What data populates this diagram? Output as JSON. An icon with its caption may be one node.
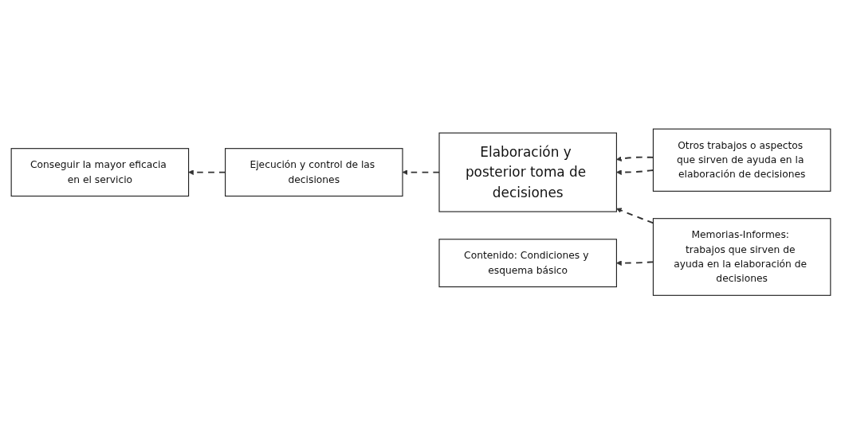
{
  "diagram": {
    "nodes": [
      {
        "text": [
          "Otros trabajos o aspectos que sirven de ayuda en la elaboración de decisiones"
        ]
      },
      {
        "text": [
          "Ejecución y control de las decisiones"
        ]
      },
      {
        "text": [
          "Elaboración y posterior toma de decisiones"
        ]
      },
      {
        "text": [
          "Memorias-Informes: trabajos que sirven de ayuda en la elaboración de decisiones"
        ]
      },
      {
        "text": [
          "Conseguir la mayor eficacia en el servicio"
        ]
      },
      {
        "text": [
          "Contenido: Condiciones y esquema básico"
        ]
      }
    ],
    "edges": [
      {
        "from": 0,
        "to": 2,
        "arrow": "to",
        "style": "dashed"
      },
      {
        "from": 0,
        "to": 2,
        "arrow": "to",
        "style": "dashed"
      },
      {
        "from": 2,
        "to": 1,
        "arrow": "to",
        "style": "dashed"
      },
      {
        "from": 3,
        "to": 2,
        "arrow": "to",
        "style": "dashed"
      },
      {
        "from": 1,
        "to": 4,
        "arrow": "to",
        "style": "dashed"
      },
      {
        "from": 3,
        "to": 5,
        "arrow": "to",
        "style": "dashed"
      }
    ]
  }
}
